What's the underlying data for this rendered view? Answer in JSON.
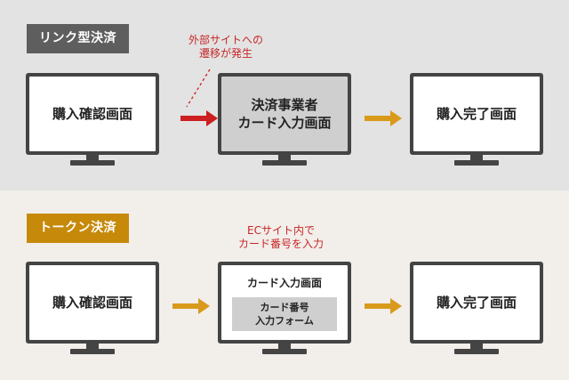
{
  "colors": {
    "label_dark": "#5e5e5e",
    "label_gold": "#c6890a",
    "arrow_red": "#cc1f1f",
    "arrow_gold": "#d99a1b",
    "note_red": "#c62828"
  },
  "link": {
    "label": "リンク型決済",
    "note_line1": "外部サイトへの",
    "note_line2": "遷移が発生",
    "screen1": "購入確認画面",
    "screen2_line1": "決済事業者",
    "screen2_line2": "カード入力画面",
    "screen3": "購入完了画面"
  },
  "token": {
    "label": "トークン決済",
    "note_line1": "ECサイト内で",
    "note_line2": "カード番号を入力",
    "screen1": "購入確認画面",
    "screen2_title": "カード入力画面",
    "screen2_form_line1": "カード番号",
    "screen2_form_line2": "入力フォーム",
    "screen3": "購入完了画面"
  }
}
